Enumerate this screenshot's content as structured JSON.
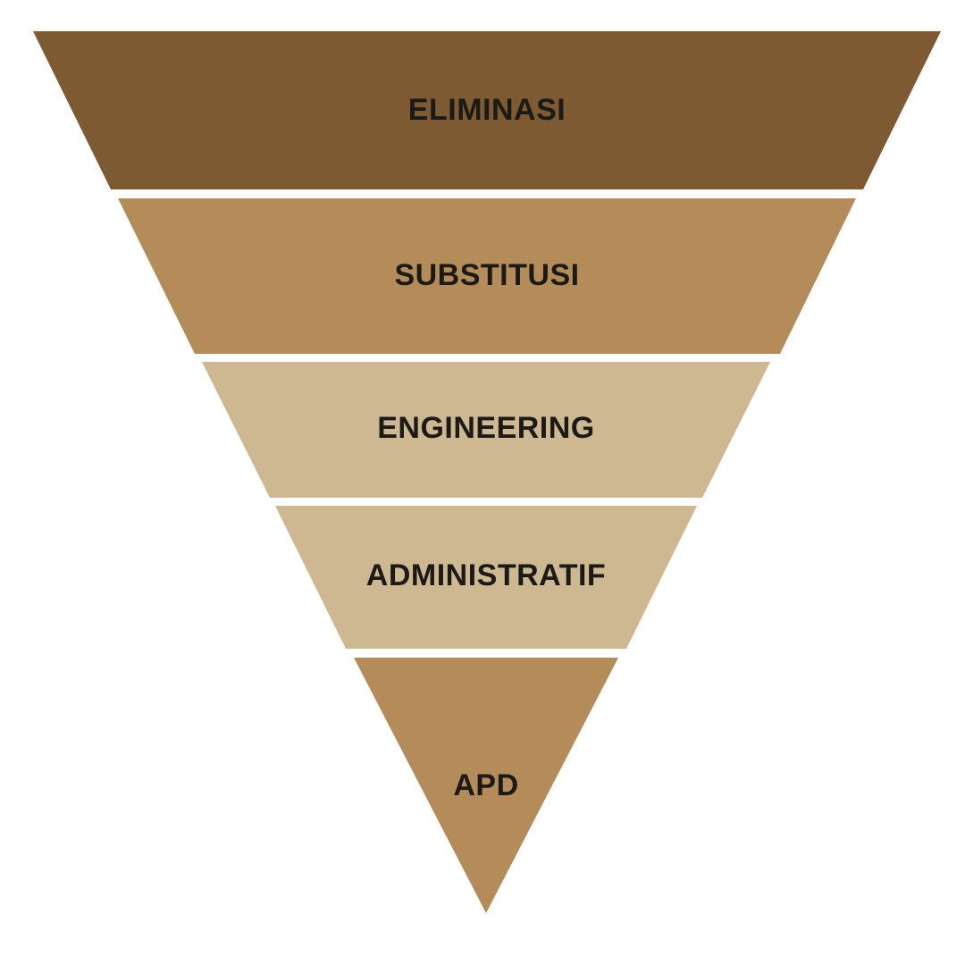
{
  "hierarchy": {
    "tiers": [
      {
        "label": "ELIMINASI",
        "color": "#7e5a33"
      },
      {
        "label": "SUBSTITUSI",
        "color": "#b38c59"
      },
      {
        "label": "ENGINEERING",
        "color": "#cdb891"
      },
      {
        "label": "ADMINISTRATIF",
        "color": "#cdb891"
      },
      {
        "label": "APD",
        "color": "#b38c59"
      }
    ]
  }
}
